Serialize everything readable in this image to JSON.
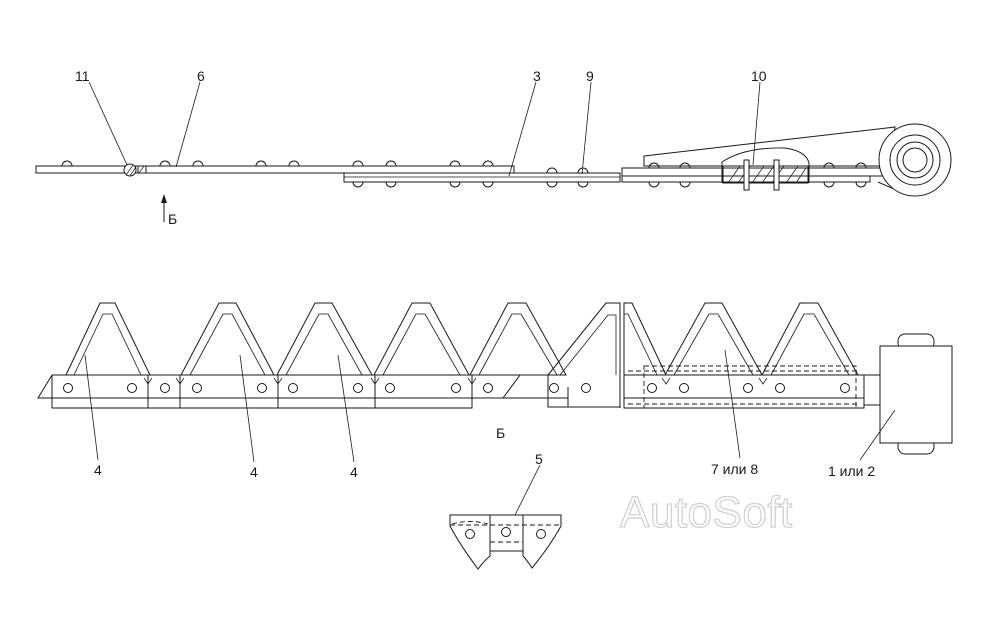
{
  "callouts": {
    "c11": "11",
    "c6": "6",
    "c3": "3",
    "c9": "9",
    "c10": "10",
    "viewB_arrow": "Б",
    "viewB_title": "Б",
    "c4a": "4",
    "c4b": "4",
    "c4c": "4",
    "c7or8": "7 или 8",
    "c1or2": "1 или 2",
    "c5": "5"
  },
  "watermark": "AutoSoft",
  "colors": {
    "line": "#1a1a1a",
    "watermark_stroke": "#cfcfcf",
    "background": "#ffffff"
  }
}
